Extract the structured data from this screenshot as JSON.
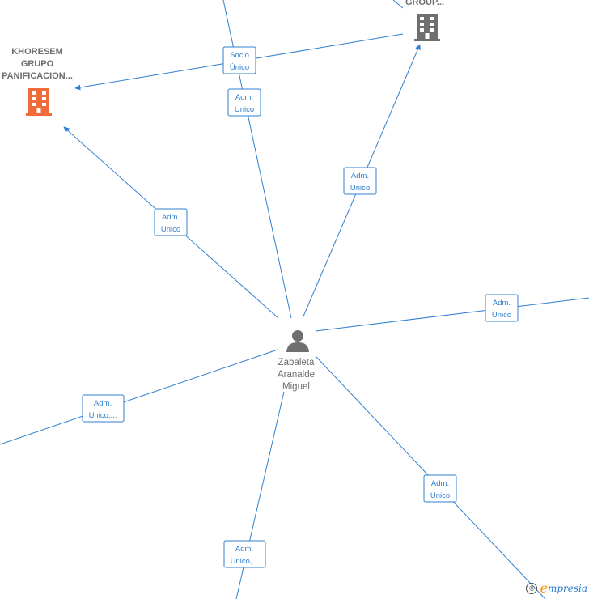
{
  "nodes": {
    "khoresem": {
      "name_lines": [
        "KHORESEM",
        "GRUPO",
        "PANIFICACION..."
      ],
      "icon": "building-icon",
      "color": "#f26b3a"
    },
    "group_top": {
      "name_lines": [
        "GROUP..."
      ],
      "icon": "building-icon",
      "color": "#6f6f6f"
    },
    "person": {
      "name_lines": [
        "Zabaleta",
        "Aranalde",
        "Miguel"
      ],
      "icon": "person-icon",
      "color": "#6f6f6f"
    }
  },
  "edge_labels": {
    "socio": [
      "Socio",
      "Único"
    ],
    "adm_top": [
      "Adm.",
      "Unico"
    ],
    "adm_group": [
      "Adm.",
      "Unico"
    ],
    "adm_khoresem": [
      "Adm.",
      "Unico"
    ],
    "adm_right": [
      "Adm.",
      "Unico"
    ],
    "adm_left": [
      "Adm.",
      "Unico,..."
    ],
    "adm_bottom_right": [
      "Adm.",
      "Unico"
    ],
    "adm_bottom": [
      "Adm.",
      "Unico,..."
    ]
  },
  "colors": {
    "edge": "#2f7fd0",
    "label_text": "#2f7fd0"
  },
  "copyright": {
    "symbol": "©",
    "brand_initial": "e",
    "brand_rest": "mpresia"
  }
}
